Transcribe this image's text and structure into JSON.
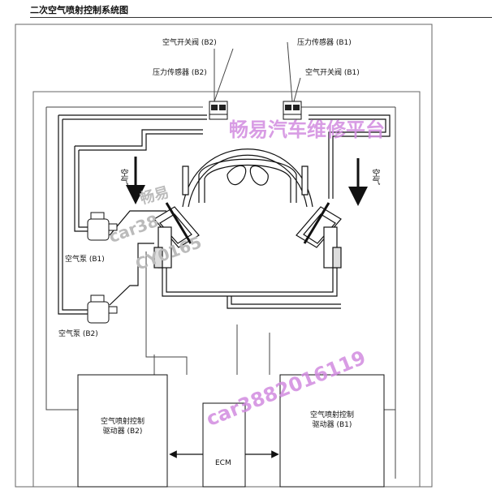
{
  "page": {
    "title": "二次空气喷射控制系统图"
  },
  "labels": {
    "asv_b2": "空气开关阀 (B2)",
    "ps_b2": "压力传感器 (B2)",
    "ps_b1": "压力传感器 (B1)",
    "asv_b1": "空气开关阀 (B1)",
    "air_left": "空气",
    "air_right": "空气",
    "pump_b1": "空气泵 (B1)",
    "pump_b2": "空气泵 (B2)",
    "driver_b2": "空气喷射控制\n驱动器 (B2)",
    "driver_b1": "空气喷射控制\n驱动器 (B1)",
    "ecm": "ECM"
  },
  "watermarks": {
    "site": "畅易汽车维修平台",
    "cn1": "畅易",
    "handle": "car38",
    "cy": "CY0165",
    "phone": "car3882016119"
  },
  "colors": {
    "line": "#111111",
    "frame": "#555555",
    "watermark": "#d28be0"
  }
}
